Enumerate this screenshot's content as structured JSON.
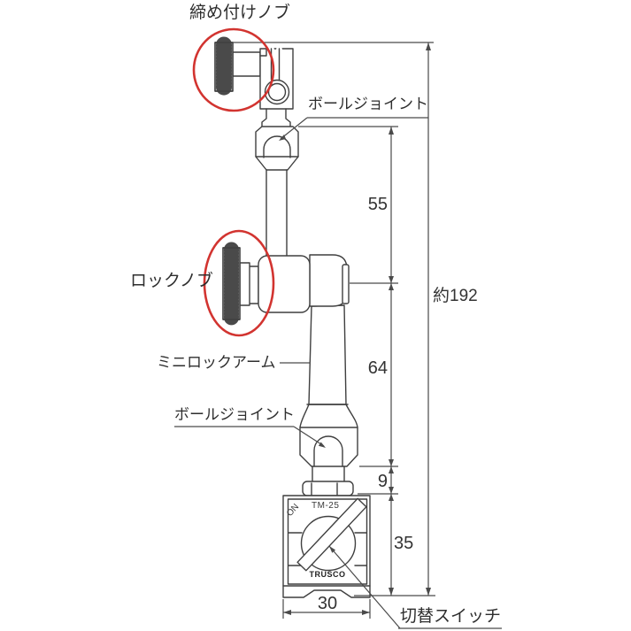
{
  "labels": {
    "tightening_knob": "締め付けノブ",
    "ball_joint_upper": "ボールジョイント",
    "lock_knob": "ロックノブ",
    "mini_lock_arm": "ミニロックアーム",
    "ball_joint_lower": "ボールジョイント",
    "switch": "切替スイッチ"
  },
  "dimensions": {
    "upper_arm": "55",
    "lower_arm": "64",
    "neck": "9",
    "base_height": "35",
    "total_height": "約192",
    "base_width": "30"
  },
  "base": {
    "model": "TM-25",
    "switch_on": "ON",
    "brand": "TRUSCO"
  },
  "colors": {
    "line": "#3f3f3f",
    "dimension_line": "#4a4a4a",
    "highlight_red": "#d23430"
  }
}
